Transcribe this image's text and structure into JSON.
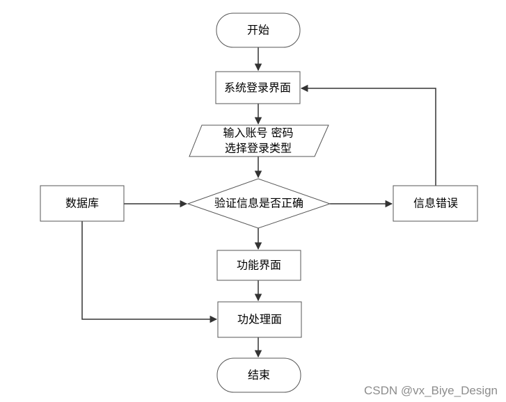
{
  "diagram": {
    "colors": {
      "node_fill": "#ffffff",
      "node_stroke": "#555555",
      "edge": "#333333",
      "watermark": "#8c8c8c"
    },
    "nodes": {
      "start": "开始",
      "login_page": "系统登录界面",
      "input_line1": "输入账号 密码",
      "input_line2": "选择登录类型",
      "verify": "验证信息是否正确",
      "database": "数据库",
      "error": "信息错误",
      "function_page": "功能界面",
      "process_page": "功处理面",
      "end": "结束"
    }
  },
  "watermark": "CSDN @vx_Biye_Design"
}
